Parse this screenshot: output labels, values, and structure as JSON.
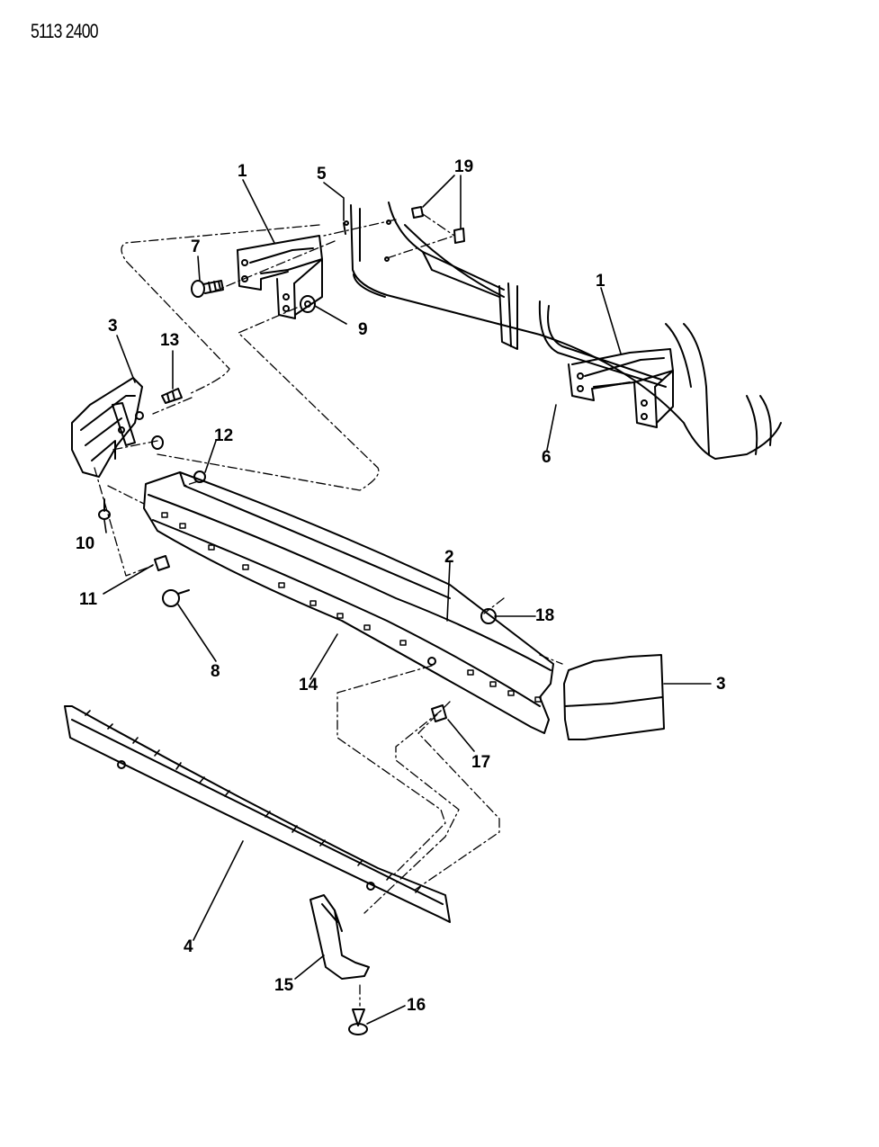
{
  "drawing_id": "5113 2400",
  "callouts": [
    {
      "id": "c1a",
      "text": "1"
    },
    {
      "id": "c1b",
      "text": "1"
    },
    {
      "id": "c2",
      "text": "2"
    },
    {
      "id": "c3a",
      "text": "3"
    },
    {
      "id": "c3b",
      "text": "3"
    },
    {
      "id": "c4",
      "text": "4"
    },
    {
      "id": "c5",
      "text": "5"
    },
    {
      "id": "c6",
      "text": "6"
    },
    {
      "id": "c7",
      "text": "7"
    },
    {
      "id": "c8",
      "text": "8"
    },
    {
      "id": "c9",
      "text": "9"
    },
    {
      "id": "c10",
      "text": "10"
    },
    {
      "id": "c11",
      "text": "11"
    },
    {
      "id": "c12",
      "text": "12"
    },
    {
      "id": "c13",
      "text": "13"
    },
    {
      "id": "c14",
      "text": "14"
    },
    {
      "id": "c15",
      "text": "15"
    },
    {
      "id": "c16",
      "text": "16"
    },
    {
      "id": "c17",
      "text": "17"
    },
    {
      "id": "c18",
      "text": "18"
    },
    {
      "id": "c19",
      "text": "19"
    }
  ]
}
